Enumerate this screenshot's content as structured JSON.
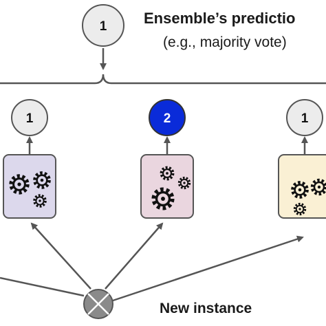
{
  "ensemble": {
    "prediction": "1",
    "title": "Ensemble’s predictio",
    "subtitle": "(e.g., majority vote)"
  },
  "predictors": [
    {
      "prediction": "1",
      "box_color": "#dcd8ec",
      "highlight": false
    },
    {
      "prediction": "2",
      "box_color": "#ead6df",
      "highlight": true
    },
    {
      "prediction": "1",
      "box_color": "#faf0d4",
      "highlight": false
    }
  ],
  "input": {
    "label": "New instance"
  },
  "colors": {
    "circle_fill": "#ececec",
    "highlight_fill": "#0a2bd9",
    "stroke": "#555555"
  }
}
